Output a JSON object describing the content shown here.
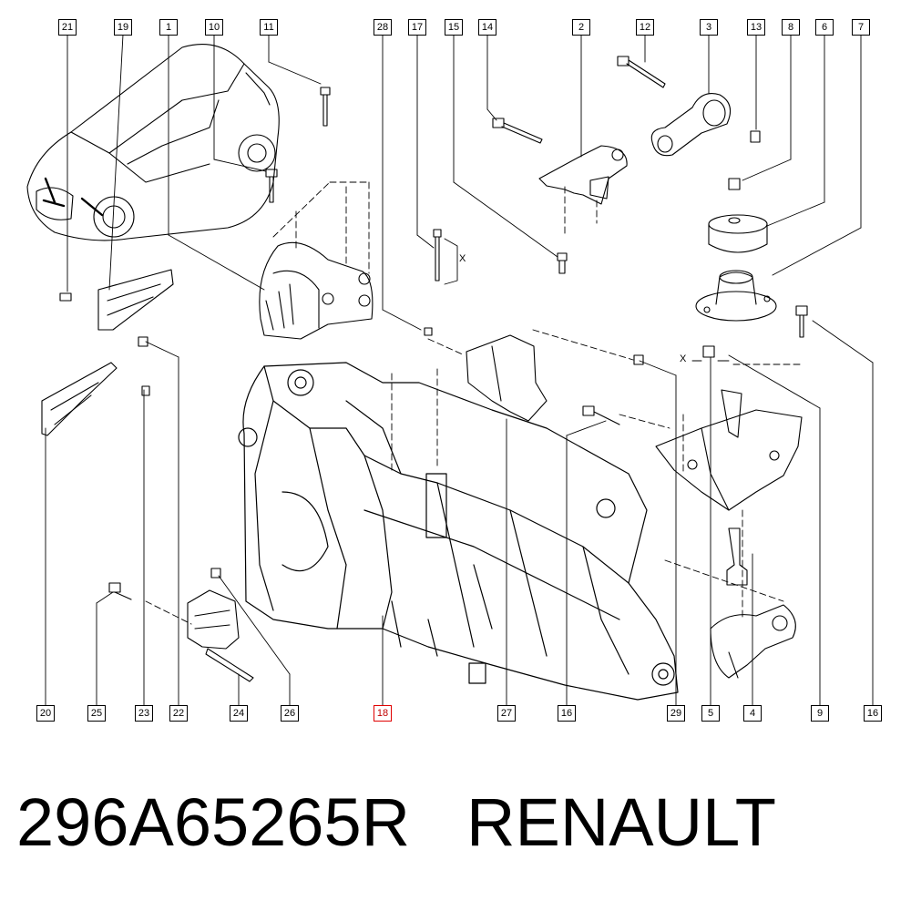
{
  "diagram": {
    "callouts_top": [
      "21",
      "19",
      "1",
      "10",
      "11",
      "28",
      "17",
      "15",
      "14",
      "2",
      "12",
      "3",
      "13",
      "8",
      "6",
      "7"
    ],
    "callouts_bottom": [
      "20",
      "25",
      "23",
      "22",
      "24",
      "26",
      "18",
      "27",
      "16",
      "29",
      "5",
      "4",
      "9",
      "16"
    ],
    "highlighted_callout": "18",
    "dimension_marks": [
      "X",
      "X"
    ]
  },
  "caption": {
    "part_number": "296A65265R",
    "brand": "RENAULT"
  }
}
